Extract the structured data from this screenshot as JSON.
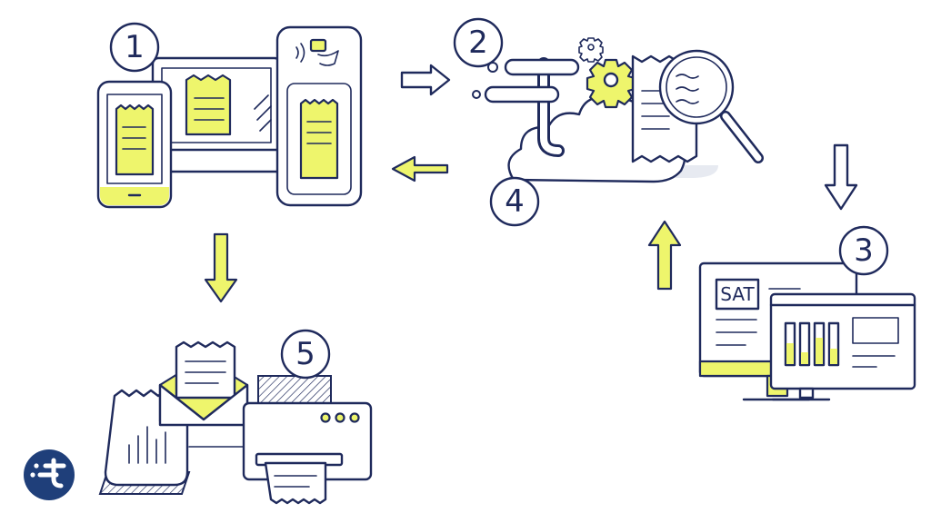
{
  "steps": [
    {
      "id": 1,
      "label": "1"
    },
    {
      "id": 2,
      "label": "2"
    },
    {
      "id": 3,
      "label": "3"
    },
    {
      "id": 4,
      "label": "4"
    },
    {
      "id": 5,
      "label": "5"
    }
  ],
  "tax_portal_label": "SAT",
  "colors": {
    "ink": "#1f2a5c",
    "accent_yellow": "#eef56c",
    "shadow": "#e7eaf1",
    "logo_bg": "#1f3f7a"
  },
  "icons": [
    "smartphone",
    "monitor",
    "payment-terminal",
    "contactless-card",
    "brand-t-logo",
    "cloud",
    "gear",
    "magnifier",
    "invoice",
    "computer-monitor",
    "printer",
    "envelope",
    "arrow"
  ]
}
